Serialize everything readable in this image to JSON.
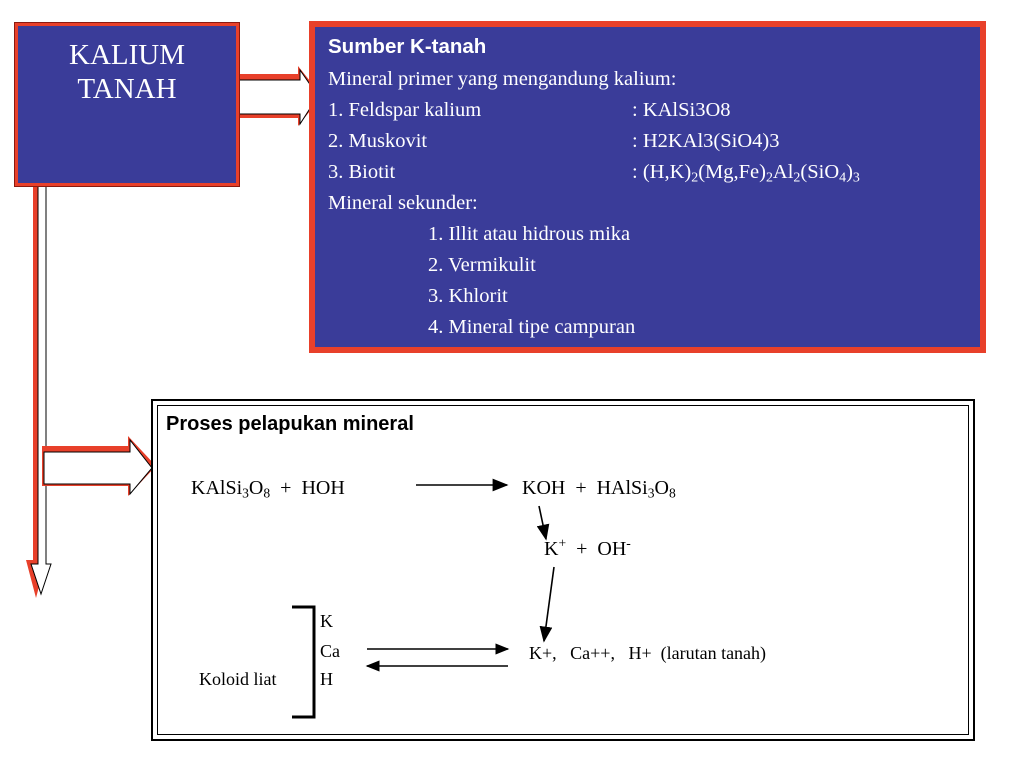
{
  "title": {
    "line1": "KALIUM",
    "line2": "TANAH"
  },
  "sumber": {
    "heading": "Sumber  K-tanah",
    "intro": "Mineral primer yang mengandung kalium:",
    "primary": [
      {
        "name": "1. Feldspar kalium",
        "formula": ": KAlSi3O8"
      },
      {
        "name": "2. Muskovit",
        "formula": ": H2KAl3(SiO4)3"
      },
      {
        "name": "3. Biotit",
        "formula_parts": [
          ": (H,K)",
          "2",
          "(Mg,Fe)",
          "2",
          "Al",
          "2",
          "(SiO",
          "4",
          ")",
          "3"
        ]
      }
    ],
    "secondary_heading": "Mineral sekunder:",
    "secondary": [
      "1. Illit atau hidrous mika",
      "2. Vermikulit",
      "3. Khlorit",
      "4. Mineral tipe campuran"
    ]
  },
  "proses": {
    "heading": "Proses pelapukan mineral",
    "reactant": [
      "KAlSi",
      "3",
      "O",
      "8",
      "  +  HOH"
    ],
    "product": [
      "KOH  +  HAlSi",
      "3",
      "O",
      "8"
    ],
    "ions": [
      "K",
      "+",
      "  +  OH",
      "-"
    ],
    "colloid_ions": [
      "K",
      "Ca",
      "H"
    ],
    "colloid_label": "Koloid liat",
    "solution": "K+,   Ca++,   H+  (larutan tanah)"
  },
  "colors": {
    "box_blue": "#3a3c99",
    "border_red": "#e8402a",
    "text_white": "#ffffff"
  }
}
